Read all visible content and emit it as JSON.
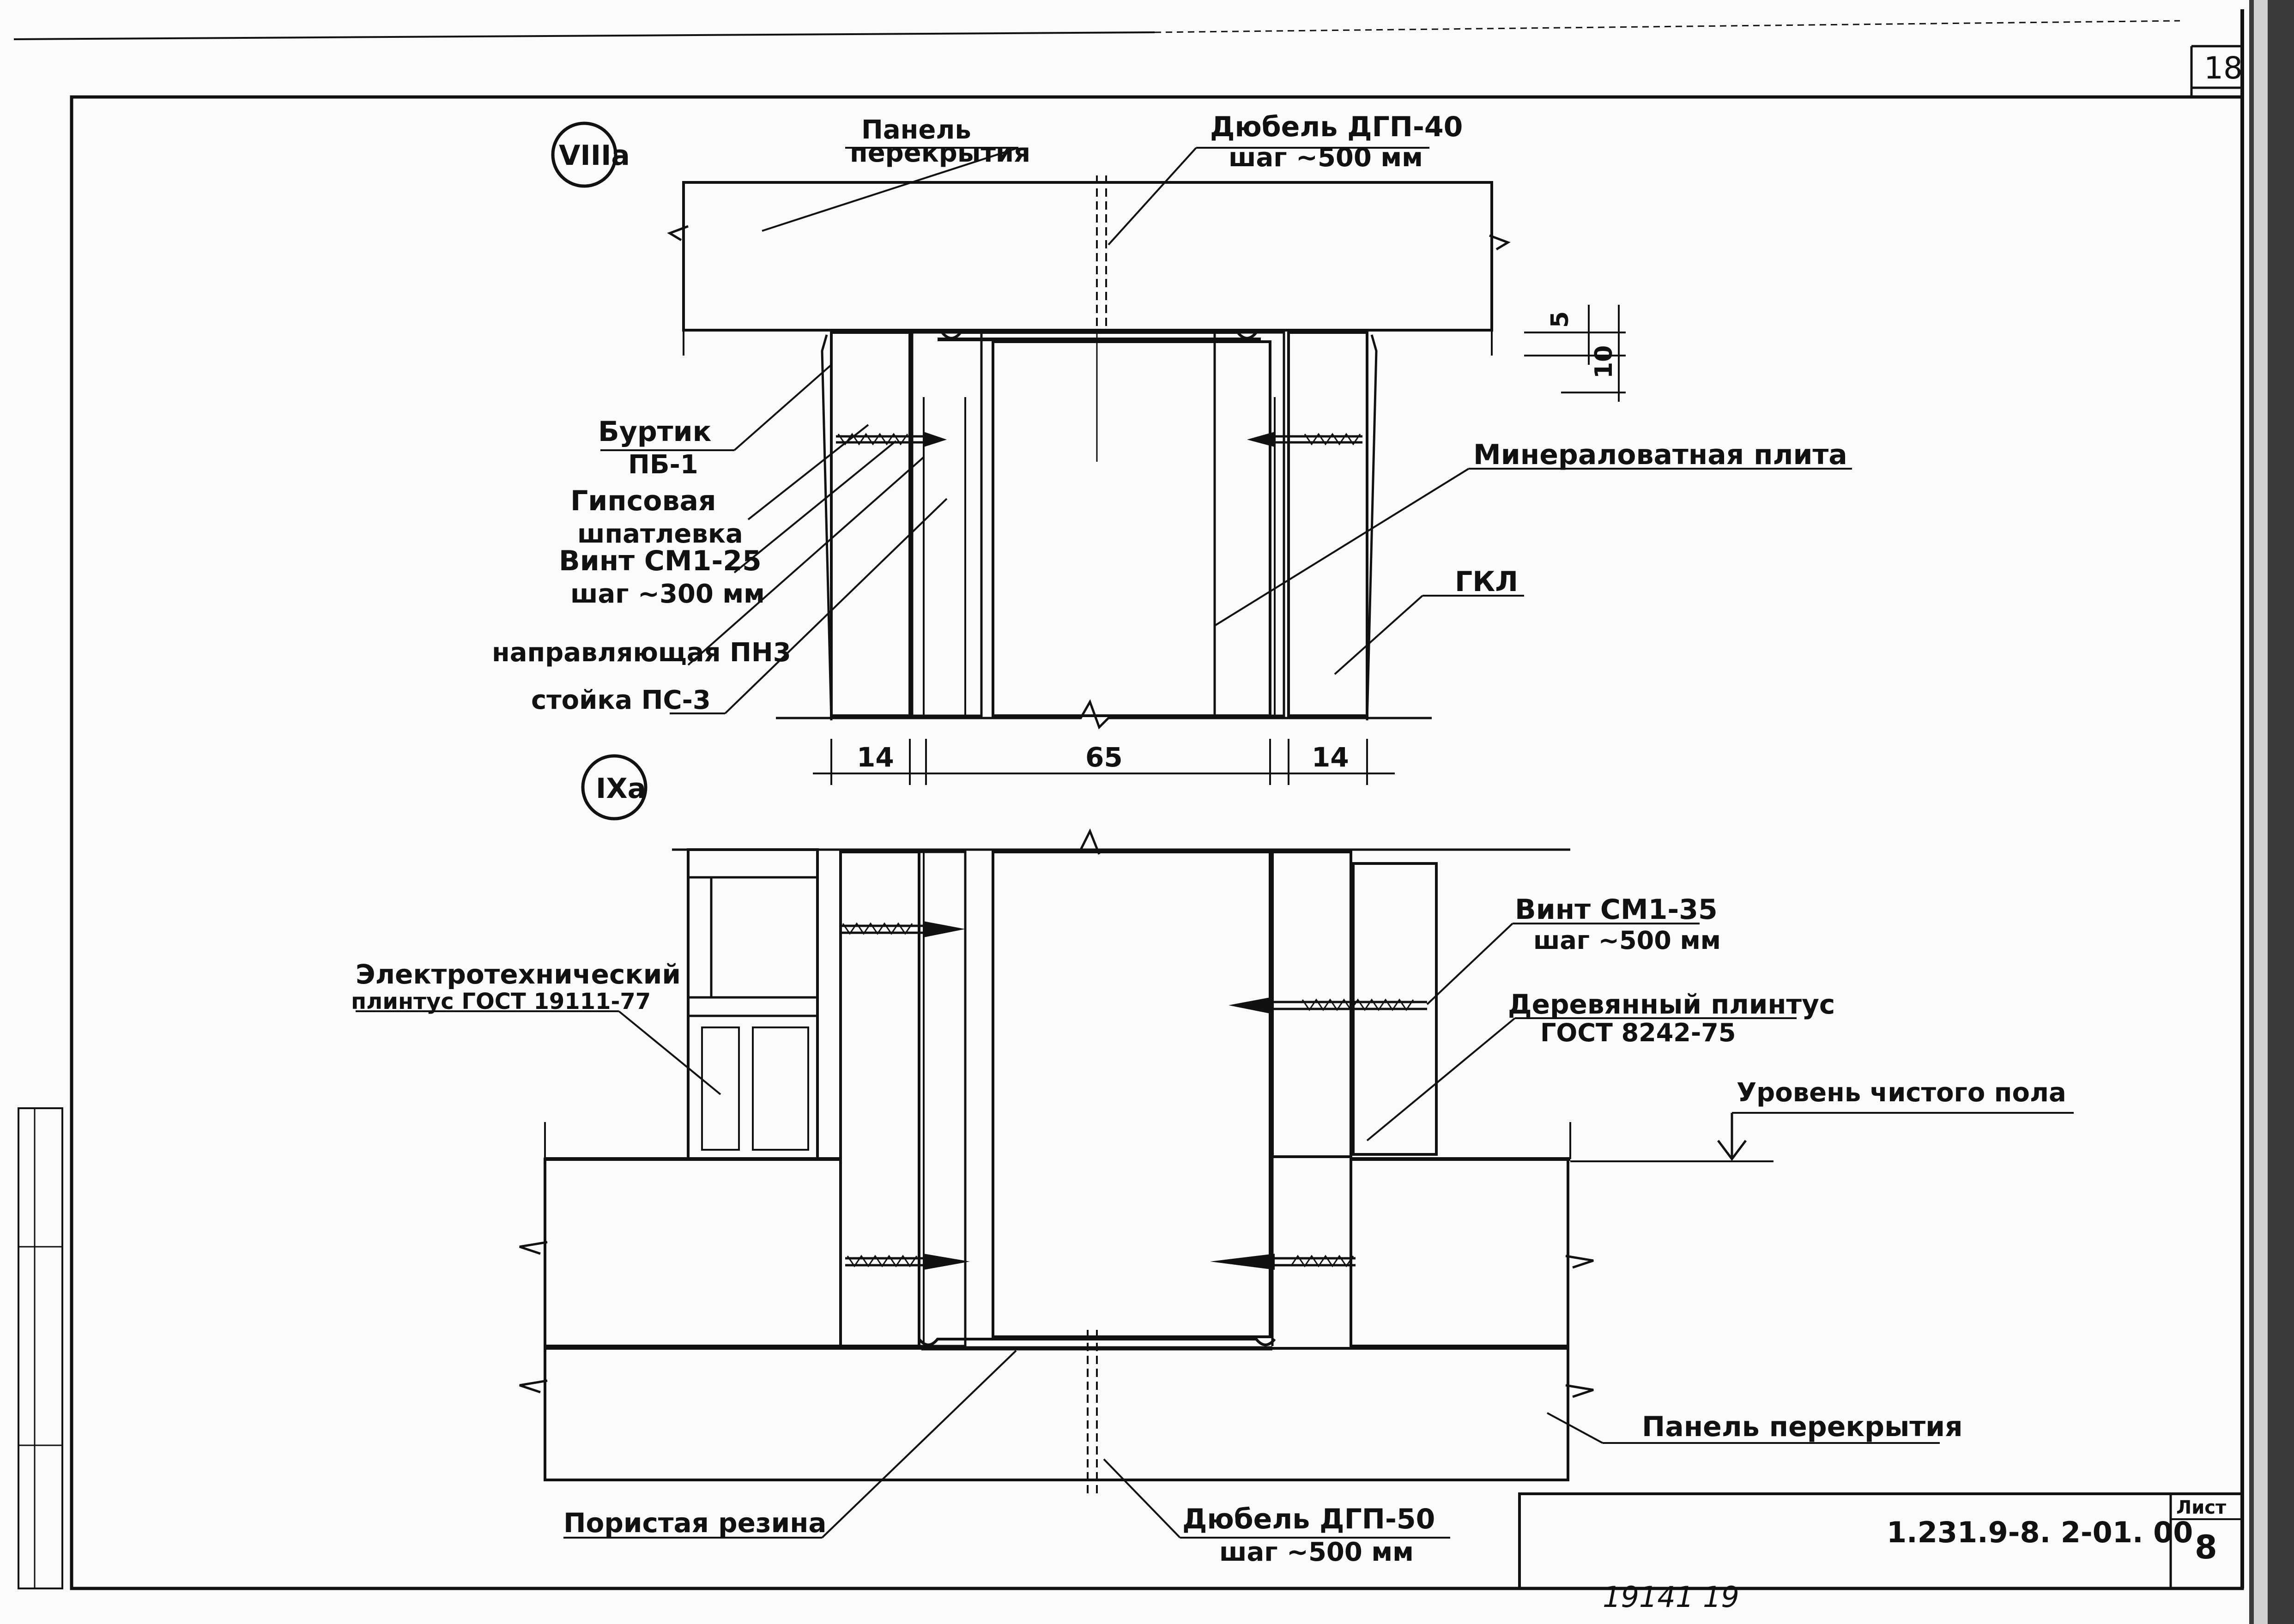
{
  "sheet": {
    "page_number": "18",
    "document_code": "1.231.9-8. 2-01. 00",
    "sheet_label": "Лист",
    "sheet_number": "8",
    "handwritten_note": "19141  19"
  },
  "section_top": {
    "marker": "VIIIа",
    "labels": {
      "floor_panel_1": "Панель",
      "floor_panel_2": "перекрытия",
      "dowel_top_1": "Дюбель ДГП-40",
      "dowel_top_2": "шаг ~500 мм",
      "bead_1": "Буртик",
      "bead_2": "ПБ-1",
      "putty_1": "Гипсовая",
      "putty_2": "шпатлевка",
      "screw_1": "Винт СМ1-25",
      "screw_2": "шаг ~300 мм",
      "guide": "направляющая ПН3",
      "stud": "стойка ПС-3",
      "mineral_wool": "Минераловатная плита",
      "gkl": "ГКЛ"
    },
    "dimensions": {
      "left": "14",
      "middle": "65",
      "right": "14",
      "gap_5": "5",
      "gap_10": "10"
    }
  },
  "section_bottom": {
    "marker": "IXа",
    "labels": {
      "electric_1": "Электротехнический",
      "electric_2": "плинтус ГОСТ 19111-77",
      "screw_1": "Винт СМ1-35",
      "screw_2": "шаг ~500 мм",
      "wood_1": "Деревянный плинтус",
      "wood_2": "ГОСТ 8242-75",
      "floor_level": "Уровень чистого пола",
      "floor_panel": "Панель перекрытия",
      "rubber": "Пористая резина",
      "dowel_1": "Дюбель ДГП-50",
      "dowel_2": "шаг ~500 мм"
    }
  }
}
